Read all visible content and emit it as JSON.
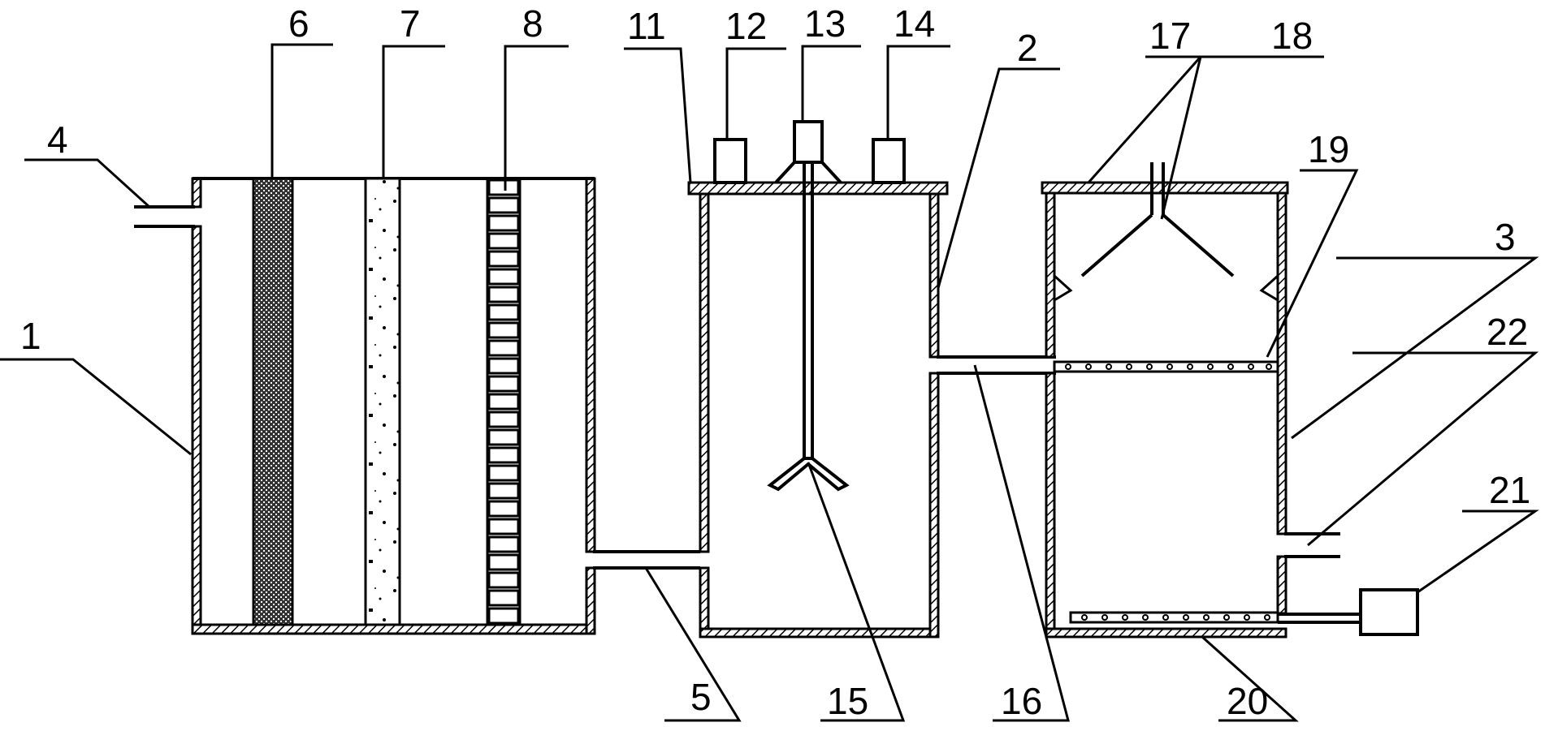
{
  "colors": {
    "ink": "#000000",
    "background": "#ffffff"
  },
  "labels": {
    "l1": "1",
    "l2": "2",
    "l3": "3",
    "l4": "4",
    "l5": "5",
    "l6": "6",
    "l7": "7",
    "l8": "8",
    "l11": "11",
    "l12": "12",
    "l13": "13",
    "l14": "14",
    "l15": "15",
    "l16": "16",
    "l17": "17",
    "l18": "18",
    "l19": "19",
    "l20": "20",
    "l21": "21",
    "l22": "22"
  }
}
